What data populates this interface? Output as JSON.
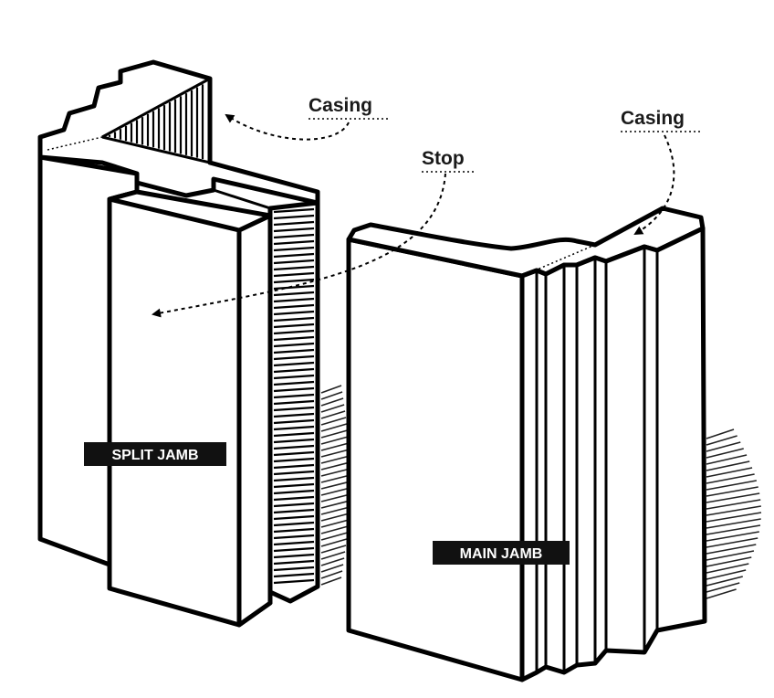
{
  "labels": {
    "casing_left": "Casing",
    "casing_right": "Casing",
    "stop": "Stop",
    "split_jamb": "SPLIT JAMB",
    "main_jamb": "MAIN JAMB"
  }
}
